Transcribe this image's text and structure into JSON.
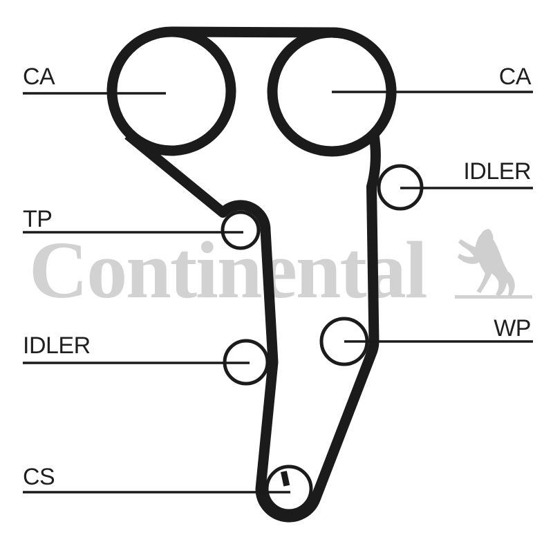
{
  "watermark": {
    "brand": "Continental",
    "logo_icon": "rearing-horse",
    "color": "#d2d2d2"
  },
  "diagram": {
    "type": "timing-belt-routing-diagram",
    "background": "#ffffff",
    "belt_color": "#1b1b1b",
    "line_color": "#1a1a1a",
    "label_color": "#1f1f1f",
    "pulleys": [
      {
        "id": "camshaft-left",
        "label": "CA",
        "label_side": "left"
      },
      {
        "id": "camshaft-right",
        "label": "CA",
        "label_side": "right"
      },
      {
        "id": "idler-right",
        "label": "IDLER",
        "label_side": "right"
      },
      {
        "id": "tensioner",
        "label": "TP",
        "label_side": "left"
      },
      {
        "id": "idler-left",
        "label": "IDLER",
        "label_side": "left"
      },
      {
        "id": "water-pump",
        "label": "WP",
        "label_side": "right"
      },
      {
        "id": "crankshaft",
        "label": "CS",
        "label_side": "left"
      }
    ]
  }
}
